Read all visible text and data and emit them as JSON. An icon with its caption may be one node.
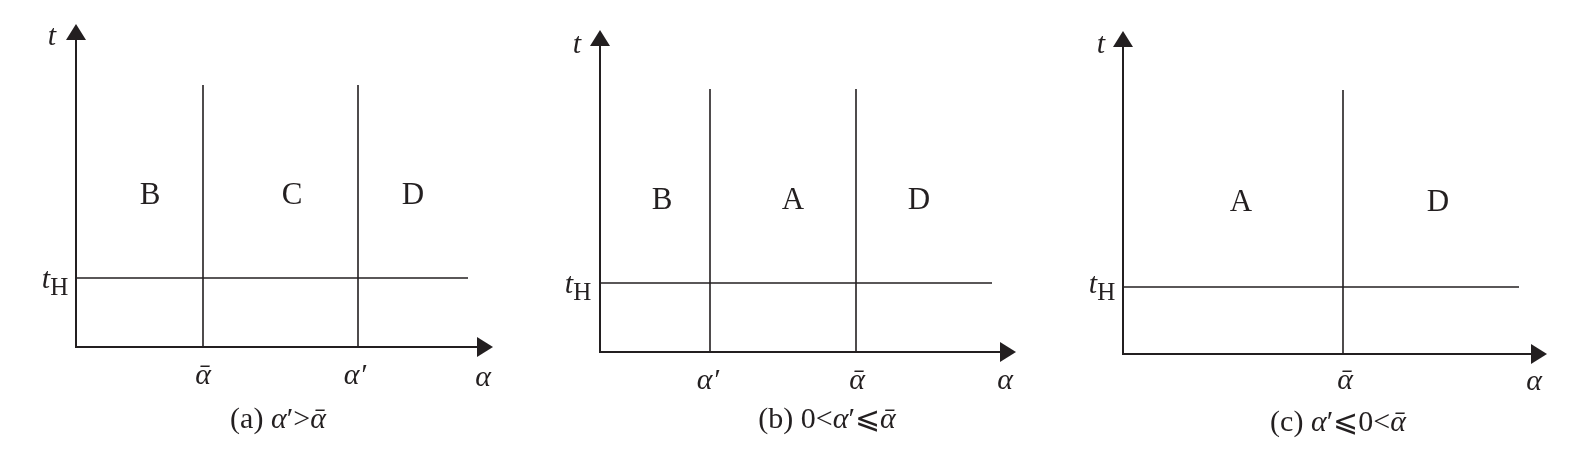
{
  "diagram": {
    "labels": [
      "t",
      "B",
      "C",
      "D",
      "*t*$_{H}$",
      "ᾱ",
      "α′",
      "α",
      "(a) *α*′>*ᾱ*",
      "t",
      "B",
      "A",
      "D",
      "*t*$_{H}$",
      "α′",
      "ᾱ",
      "α",
      "(b) 0<*α*′⩽*ᾱ*",
      "t",
      "A",
      "D",
      "*t*$_{H}$",
      "ᾱ",
      "α",
      "(c) *α*′⩽0<*ᾱ*"
    ]
  }
}
